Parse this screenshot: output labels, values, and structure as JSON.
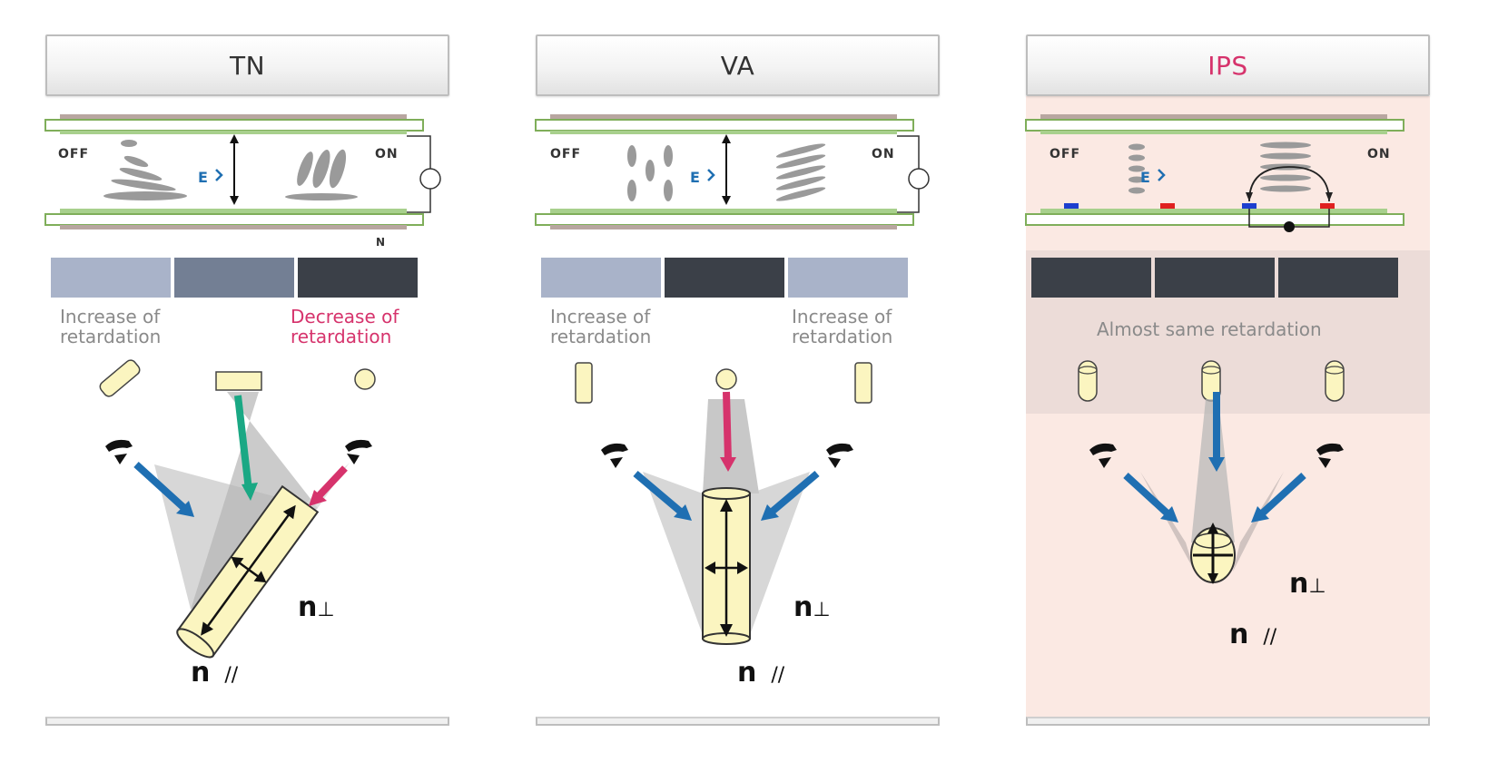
{
  "panels": [
    {
      "title": "TN",
      "off_label": "OFF",
      "on_label": "ON",
      "field_label": "E",
      "swatches": [
        "#a9b3c9",
        "#737f94",
        "#3b4048"
      ],
      "captions": [
        {
          "text_1": "Increase of",
          "text_2": "retardation",
          "color": "gray"
        },
        {
          "text_1": "Decrease of",
          "text_2": "retardation",
          "color": "red"
        }
      ],
      "n_perp": "n",
      "n_par": "n",
      "small_label": "N"
    },
    {
      "title": "VA",
      "off_label": "OFF",
      "on_label": "ON",
      "field_label": "E",
      "swatches": [
        "#a9b3c9",
        "#3b4048",
        "#a9b3c9"
      ],
      "captions": [
        {
          "text_1": "Increase of",
          "text_2": "retardation",
          "color": "gray"
        },
        {
          "text_1": "Increase of",
          "text_2": "retardation",
          "color": "gray"
        }
      ],
      "n_perp": "n",
      "n_par": "n"
    },
    {
      "title": "IPS",
      "off_label": "OFF",
      "on_label": "ON",
      "field_label": "E",
      "swatches": [
        "#3b4048",
        "#3b4048",
        "#3b4048"
      ],
      "captions": [
        {
          "text_1": "Almost same retardation",
          "color": "gray"
        }
      ],
      "n_perp": "n",
      "n_par": "n"
    }
  ],
  "colors": {
    "arrow_blue": "#1f6fb2",
    "arrow_green": "#1aa884",
    "arrow_red": "#d6336c",
    "crystal_fill": "#fbf5c0",
    "glass_green": "#a8d08d"
  }
}
